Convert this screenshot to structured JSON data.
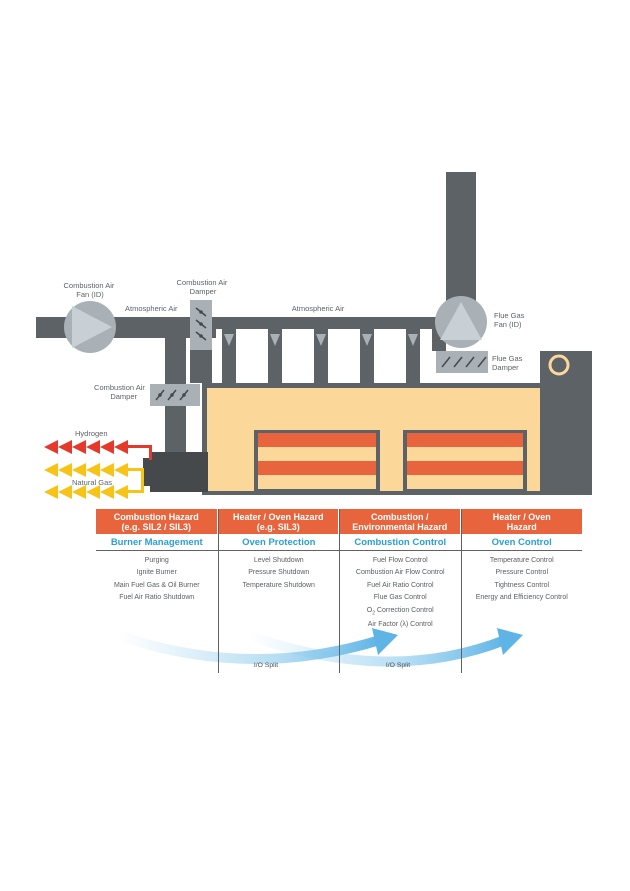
{
  "labels": {
    "combustion_air_fan": [
      "Combustion Air",
      "Fan (ID)"
    ],
    "combustion_air_damper_top": [
      "Combustion Air",
      "Damper"
    ],
    "atmospheric_air_left": "Atmospheric Air",
    "atmospheric_air_top": "Atmospheric Air",
    "flue_gas_fan": [
      "Flue Gas",
      "Fan (ID)"
    ],
    "flue_gas_damper": [
      "Flue Gas",
      "Damper"
    ],
    "combustion_air_damper_left": [
      "Combustion Air",
      "Damper"
    ],
    "hydrogen": "Hydrogen",
    "natural_gas": "Natural Gas",
    "io_split_1": "I/O Split",
    "io_split_2": "I/O Split"
  },
  "columns": [
    {
      "header": "Combustion Hazard\n(e.g. SIL2 / SIL3)",
      "subheader": "Burner Management",
      "items": [
        "Purging",
        "Ignite Burner",
        "Main Fuel Gas & Oil Burner",
        "Fuel Air Ratio Shutdown"
      ]
    },
    {
      "header": "Heater / Oven Hazard\n(e.g. SIL3)",
      "subheader": "Oven Protection",
      "items": [
        "Level Shutdown",
        "Pressure Shutdown",
        "Temperature Shutdown"
      ]
    },
    {
      "header": "Combustion /\nEnvironmental Hazard",
      "subheader": "Combustion Control",
      "items": [
        "Fuel Flow Control",
        "Combustion Air Flow Control",
        "Fuel Air Ratio Control",
        "Flue Gas Control",
        "O2 Correction Control",
        "Air Factor (λ) Control"
      ]
    },
    {
      "header": "Heater / Oven\nHazard",
      "subheader": "Oven Control",
      "items": [
        "Temperature Control",
        "Pressure Control",
        "Tightness Control",
        "Energy and Efficiency Control"
      ]
    }
  ],
  "colors": {
    "pipe": "#5d6266",
    "fan": "#a9b1b7",
    "oven_body": "#fbd89a",
    "heating_element": "#e8643c",
    "header_bg": "#e8643c",
    "subheader_text": "#2a9fd6",
    "hydrogen": "#e43a2c",
    "natural_gas": "#f6c316",
    "arrow_blue": "#7cc3ea"
  }
}
